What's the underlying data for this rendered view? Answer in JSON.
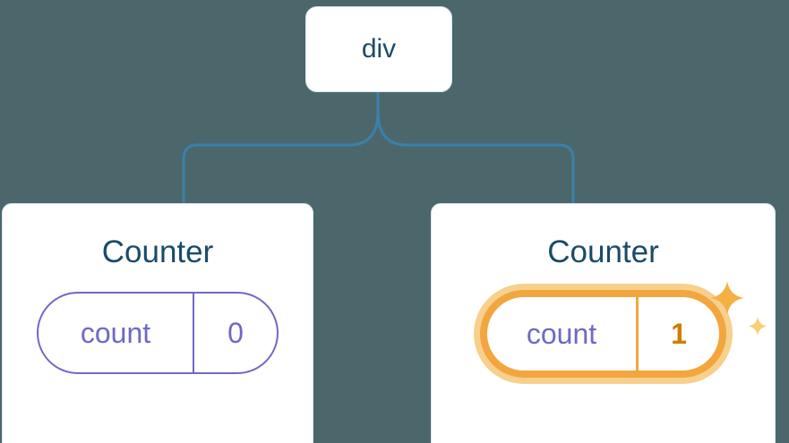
{
  "colors": {
    "bg": "#4c676c",
    "navy": "#1a4b69",
    "connector": "#3a81ab",
    "purple": "#6f68c9",
    "orange": "#f2a63d",
    "orange_halo": "#f7d08e",
    "orange_deep": "#cf7e00",
    "sparkle": "#f4b143",
    "sparkle_small": "#f8cf72"
  },
  "tree": {
    "root": {
      "label": "div"
    },
    "children": [
      {
        "title": "Counter",
        "state": {
          "key": "count",
          "value": "0"
        },
        "highlighted": false
      },
      {
        "title": "Counter",
        "state": {
          "key": "count",
          "value": "1"
        },
        "highlighted": true
      }
    ]
  },
  "icons": {
    "sparkle": "four-pointed-star"
  }
}
